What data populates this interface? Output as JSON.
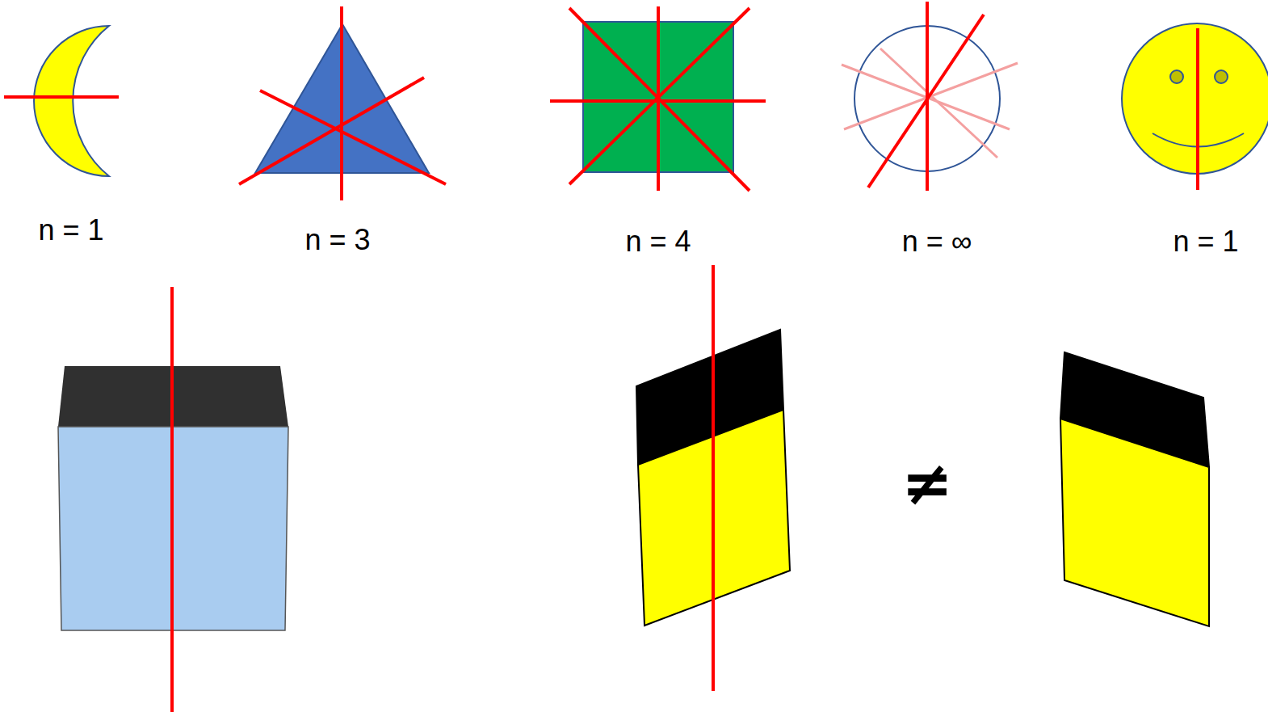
{
  "diagram": {
    "labels": [
      "n = 1",
      "n = 3",
      "n = 4",
      "n = ∞",
      "n = 1",
      "≠"
    ]
  }
}
